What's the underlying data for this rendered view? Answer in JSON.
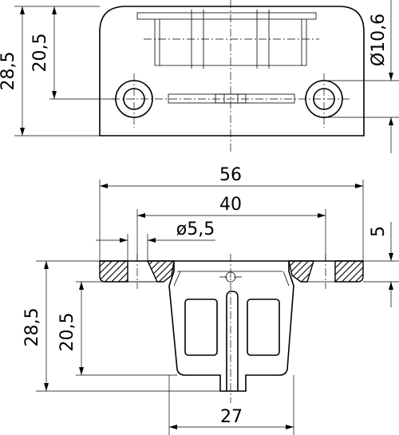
{
  "top_view": {
    "dim_total_height": "28,5",
    "dim_hole_height": "20,5",
    "dim_hole_dia": "Ø10,6"
  },
  "front_view": {
    "dim_width_56": "56",
    "dim_hole_spacing_40": "40",
    "dim_hole_dia": "ø5,5",
    "dim_flange_5": "5",
    "dim_total_height": "28,5",
    "dim_body_height": "20,5",
    "dim_body_width": "27"
  }
}
